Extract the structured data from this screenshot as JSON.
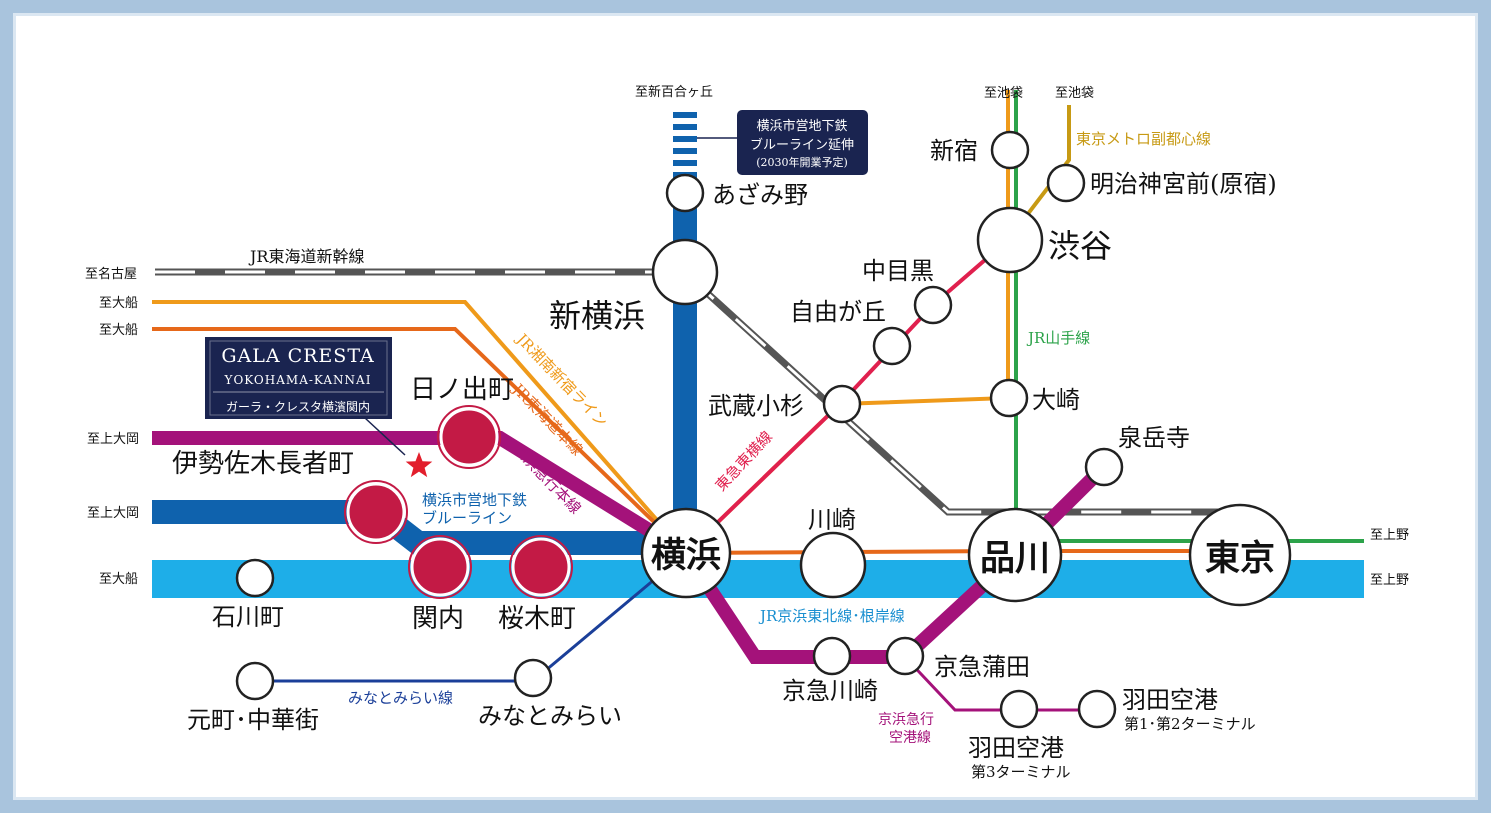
{
  "badge": {
    "title_en": "GALA CRESTA",
    "subtitle_en": "YOKOHAMA-KANNAI",
    "title_jp": "ガーラ・クレスタ横濱関内"
  },
  "callout": {
    "line1": "横浜市営地下鉄",
    "line2": "ブルーライン延伸",
    "line3": "(2030年開業予定)"
  },
  "stations": {
    "azamino": "あざみ野",
    "shinyokohama": "新横浜",
    "yokohama": "横浜",
    "kawasaki": "川崎",
    "shinagawa": "品川",
    "tokyo": "東京",
    "shibuya": "渋谷",
    "shinjuku": "新宿",
    "meiji": "明治神宮前(原宿)",
    "nakameguro": "中目黒",
    "jiyugaoka": "自由が丘",
    "musashikosugi": "武蔵小杉",
    "osaki": "大崎",
    "sengakuji": "泉岳寺",
    "hinodecho": "日ノ出町",
    "isezaki": "伊勢佐木長者町",
    "kannai": "関内",
    "sakuragicho": "桜木町",
    "ishikawacho": "石川町",
    "motomachi": "元町･中華街",
    "minatomirai": "みなとみらい",
    "keikyukawasaki": "京急川崎",
    "keikyukamata": "京急蒲田",
    "haneda3": "羽田空港",
    "haneda3_sub": "第3ターミナル",
    "haneda12": "羽田空港",
    "haneda12_sub": "第1･第2ターミナル"
  },
  "lines": {
    "shinkansen": "JR東海道新幹線",
    "shonan": "JR湘南新宿ライン",
    "tokaido": "JR東海道本線",
    "keikyu": "京浜急行本線",
    "blue": "横浜市営地下鉄",
    "blue2": "ブルーライン",
    "toyoko": "東急東横線",
    "yamanote": "JR山手線",
    "fukutoshin": "東京メトロ副都心線",
    "keihin": "JR京浜東北線･根岸線",
    "minatomirai": "みなとみらい線",
    "airport1": "京浜急行",
    "airport2": "空港線"
  },
  "destinations": {
    "shinyurigaoka": "至新百合ヶ丘",
    "ikebukuro1": "至池袋",
    "ikebukuro2": "至池袋",
    "nagoya": "至名古屋",
    "ofuna1": "至大船",
    "ofuna2": "至大船",
    "kamiooka1": "至上大岡",
    "kamiooka2": "至上大岡",
    "ofuna3": "至大船",
    "ueno1": "至上野",
    "ueno2": "至上野"
  },
  "colors": {
    "blue_line": "#0f62ad",
    "keihin_tohoku": "#1eaee8",
    "keikyu": "#a4127a",
    "yamanote": "#2ca34a",
    "shonan": "#ef9a1a",
    "tokaido": "#e6681a",
    "toyoko": "#e0204e",
    "fukutoshin": "#c79a14",
    "minatomirai": "#1b3f99",
    "shinkansen": "#5a5a5a",
    "property_station": "#c31a45",
    "navy": "#1a2450"
  }
}
